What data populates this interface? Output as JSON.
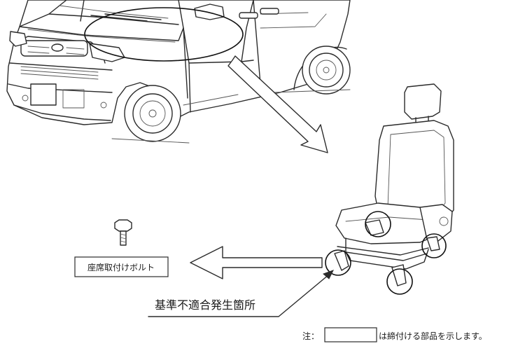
{
  "labels": {
    "bolt_label": "座席取付けボルト",
    "defect_location": "基準不適合発生箇所",
    "note_prefix": "注：",
    "note_suffix": "は締付ける部品を示します。"
  }
}
